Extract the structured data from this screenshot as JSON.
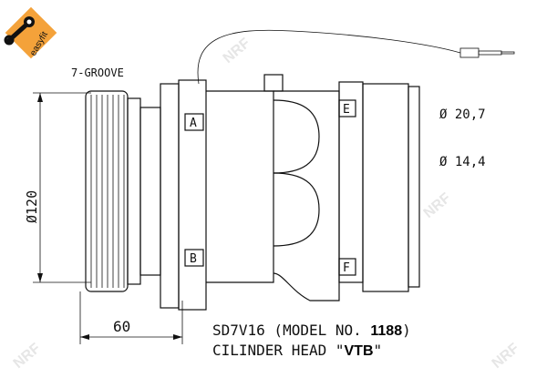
{
  "logo": {
    "text": "easyfit",
    "color": "#f4a23a"
  },
  "watermark": "NRF",
  "labels": {
    "groove": "7-GROOVE",
    "diameter_pulley": "Ø120",
    "width": "60",
    "port_a": "A",
    "port_b": "B",
    "port_e": "E",
    "port_f": "F",
    "port_diameter_1": "Ø 20,7",
    "port_diameter_2": "Ø 14,4"
  },
  "caption": {
    "line1_prefix": "SD7V16 (MODEL NO. ",
    "model_no": "1188",
    "line1_suffix": ")",
    "line2_prefix": "CILINDER HEAD \"",
    "head": "VTB",
    "line2_suffix": "\""
  }
}
